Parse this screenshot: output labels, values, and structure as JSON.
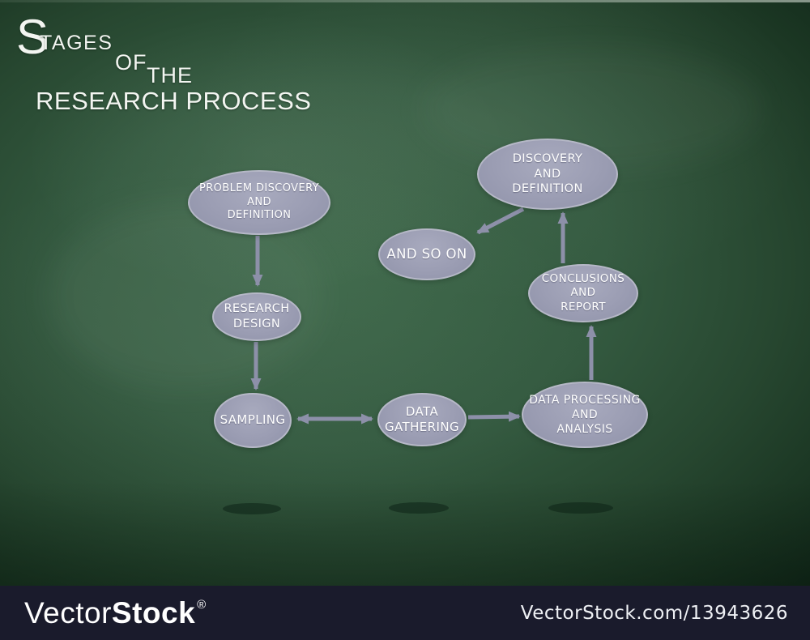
{
  "title": {
    "initial": "S",
    "rest": "TAGES",
    "word_of": "OF",
    "word_the": "THE",
    "line2": "RESEARCH PROCESS"
  },
  "nodes": [
    {
      "id": "problem-discovery",
      "label": "PROBLEM DISCOVERY\nAND\nDEFINITION"
    },
    {
      "id": "research-design",
      "label": "RESEARCH\nDESIGN"
    },
    {
      "id": "sampling",
      "label": "SAMPLING"
    },
    {
      "id": "data-gathering",
      "label": "DATA\nGATHERING"
    },
    {
      "id": "data-processing",
      "label": "DATA PROCESSING\nAND\nANALYSIS"
    },
    {
      "id": "conclusions",
      "label": "CONCLUSIONS\nAND\nREPORT"
    },
    {
      "id": "discovery",
      "label": "DISCOVERY\nAND\nDEFINITION"
    },
    {
      "id": "and-so-on",
      "label": "AND SO ON"
    }
  ],
  "connections": [
    {
      "from": "problem-discovery",
      "to": "research-design",
      "type": "arrow"
    },
    {
      "from": "research-design",
      "to": "sampling",
      "type": "arrow"
    },
    {
      "from": "sampling",
      "to": "data-gathering",
      "type": "double-arrow"
    },
    {
      "from": "data-gathering",
      "to": "data-processing",
      "type": "arrow"
    },
    {
      "from": "data-processing",
      "to": "conclusions",
      "type": "arrow"
    },
    {
      "from": "conclusions",
      "to": "discovery",
      "type": "arrow"
    },
    {
      "from": "discovery",
      "to": "and-so-on",
      "type": "arrow"
    }
  ],
  "watermark": {
    "brand_light": "Vector",
    "brand_bold": "Stock",
    "registered": "®",
    "url": "VectorStock.com/13943626"
  },
  "colors": {
    "node_fill": "#9b9db3",
    "node_border": "#b6b8c7",
    "arrow": "#8d90a9",
    "board_center": "#3d6749",
    "board_edge": "#12281a",
    "bottom_bar": "#1a1b2c",
    "text": "#ffffff"
  }
}
